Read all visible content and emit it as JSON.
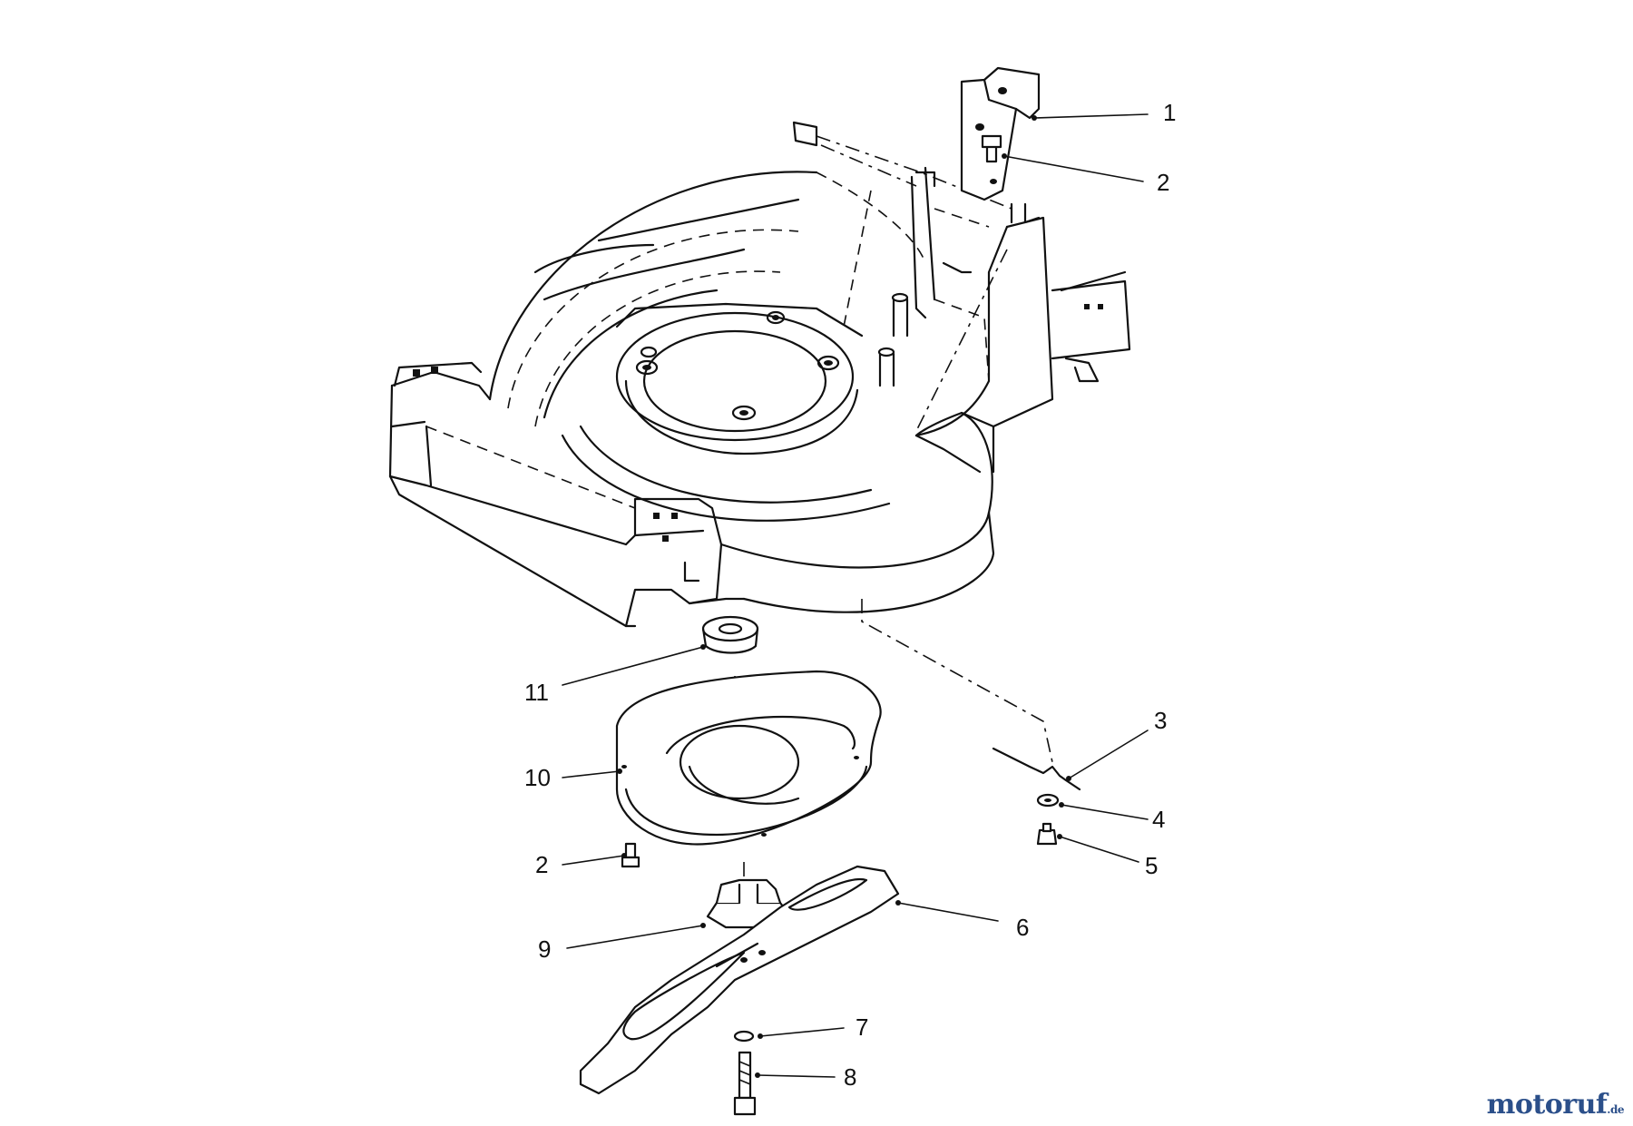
{
  "callouts": [
    {
      "id": "c1",
      "label": "1",
      "part": "bracket"
    },
    {
      "id": "c2a",
      "label": "2",
      "part": "bolt"
    },
    {
      "id": "c3",
      "label": "3",
      "part": "spring-wire"
    },
    {
      "id": "c4",
      "label": "4",
      "part": "washer"
    },
    {
      "id": "c5",
      "label": "5",
      "part": "nut"
    },
    {
      "id": "c6",
      "label": "6",
      "part": "blade"
    },
    {
      "id": "c7",
      "label": "7",
      "part": "lock-washer"
    },
    {
      "id": "c8",
      "label": "8",
      "part": "blade-bolt"
    },
    {
      "id": "c9",
      "label": "9",
      "part": "blade-adapter"
    },
    {
      "id": "c2b",
      "label": "2",
      "part": "bolt"
    },
    {
      "id": "c10",
      "label": "10",
      "part": "baffle"
    },
    {
      "id": "c11",
      "label": "11",
      "part": "spacer"
    }
  ],
  "brand": {
    "name": "motoruf",
    "tld": ".de"
  },
  "colors": {
    "ink": "#111111",
    "brand": "#2b4f8a"
  }
}
